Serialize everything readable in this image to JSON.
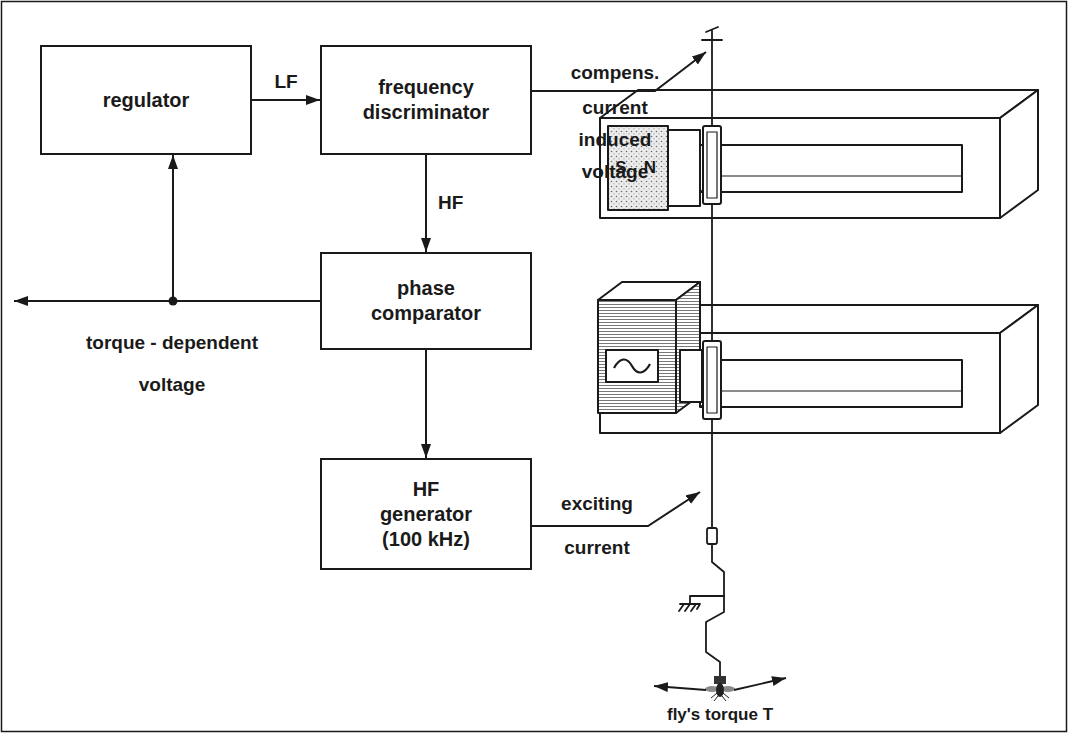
{
  "diagram": {
    "nodes": [
      {
        "text": [
          "regulator"
        ]
      },
      {
        "text": [
          "frequency discriminator"
        ]
      },
      {
        "text": [
          "phase comparator"
        ]
      },
      {
        "text": [
          "HF generator (100 kHz)"
        ]
      }
    ],
    "edges": [
      {
        "from": 0,
        "to": 1,
        "label": "LF",
        "arrow": "to"
      },
      {
        "from": 1,
        "to": 2,
        "label": "HF",
        "arrow": "to"
      },
      {
        "from": 2,
        "to": 3,
        "arrow": "to"
      },
      {
        "from": 2,
        "to": 0,
        "arrow": "to"
      }
    ],
    "labels": [
      "compens. current",
      "induced voltage",
      "S",
      "N",
      "torque - dependent voltage",
      "exciting current",
      "fly's torque T"
    ]
  }
}
